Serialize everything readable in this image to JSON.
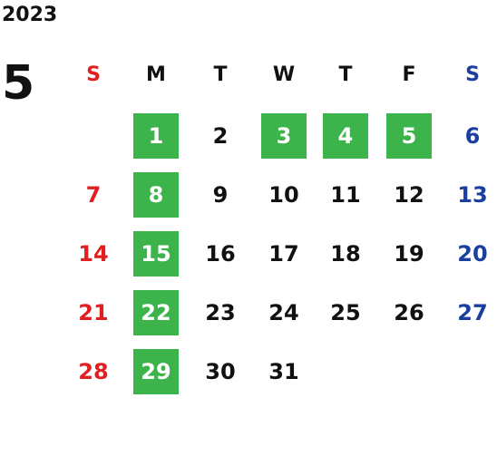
{
  "calendar": {
    "year": "2023",
    "month": "5",
    "weekdays": [
      "S",
      "M",
      "T",
      "W",
      "T",
      "F",
      "S"
    ],
    "first_weekday_index": 1,
    "days_in_month": 31,
    "highlighted_days": [
      1,
      3,
      4,
      5,
      8,
      15,
      22,
      29
    ],
    "colors": {
      "highlight_bg": "#3cb44b",
      "highlight_text": "#ffffff",
      "sunday": "#e02020",
      "saturday": "#1a3f9e",
      "weekday": "#111111"
    }
  }
}
